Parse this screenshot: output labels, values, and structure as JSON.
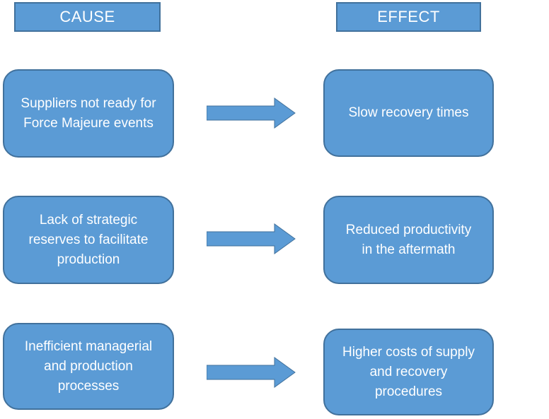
{
  "headers": {
    "cause": "CAUSE",
    "effect": "EFFECT"
  },
  "rows": [
    {
      "cause": "Suppliers not ready for Force Majeure events",
      "effect": "Slow recovery times"
    },
    {
      "cause": "Lack of strategic reserves to facilitate production",
      "effect": "Reduced productivity in the aftermath"
    },
    {
      "cause": "Inefficient managerial and production processes",
      "effect": "Higher costs of supply and recovery procedures"
    }
  ],
  "colors": {
    "shape_fill": "#5B9BD5",
    "shape_border": "#41719C",
    "text": "#FFFFFF",
    "background": "#FFFFFF"
  }
}
